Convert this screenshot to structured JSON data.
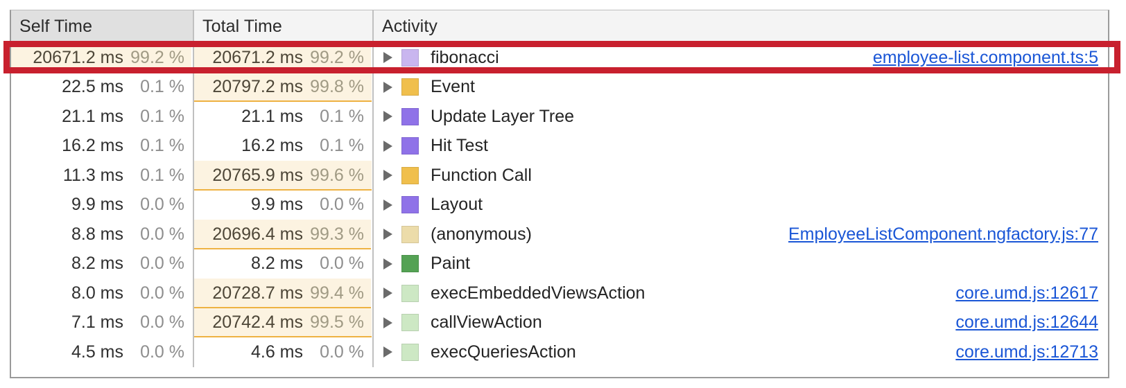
{
  "panel": {
    "name": "devtools-performance-bottom-up",
    "accent_link_color": "#1a56d6",
    "highlight_bar_color": "#fcf3e1",
    "highlight_bar_border_color": "#eeb242",
    "annotation_color": "#c8202e"
  },
  "table": {
    "columns": [
      {
        "key": "self_time",
        "label": "Self Time",
        "sorted": true
      },
      {
        "key": "total_time",
        "label": "Total Time",
        "sorted": false
      },
      {
        "key": "activity",
        "label": "Activity",
        "sorted": false
      }
    ],
    "rows": [
      {
        "self_ms": "20671.2 ms",
        "self_pct": "99.2 %",
        "self_bar": 99.2,
        "total_ms": "20671.2 ms",
        "total_pct": "99.2 %",
        "total_bar": 99.2,
        "activity": "fibonacci",
        "swatch": "#c9b6ef",
        "link": "employee-list.component.ts:5",
        "annotated": true
      },
      {
        "self_ms": "22.5 ms",
        "self_pct": "0.1 %",
        "self_bar": 0,
        "total_ms": "20797.2 ms",
        "total_pct": "99.8 %",
        "total_bar": 99.8,
        "activity": "Event",
        "swatch": "#f0bf4c",
        "link": "",
        "annotated": false
      },
      {
        "self_ms": "21.1 ms",
        "self_pct": "0.1 %",
        "self_bar": 0,
        "total_ms": "21.1 ms",
        "total_pct": "0.1 %",
        "total_bar": 0,
        "activity": "Update Layer Tree",
        "swatch": "#8f72e8",
        "link": "",
        "annotated": false
      },
      {
        "self_ms": "16.2 ms",
        "self_pct": "0.1 %",
        "self_bar": 0,
        "total_ms": "16.2 ms",
        "total_pct": "0.1 %",
        "total_bar": 0,
        "activity": "Hit Test",
        "swatch": "#8f72e8",
        "link": "",
        "annotated": false
      },
      {
        "self_ms": "11.3 ms",
        "self_pct": "0.1 %",
        "self_bar": 0,
        "total_ms": "20765.9 ms",
        "total_pct": "99.6 %",
        "total_bar": 99.6,
        "activity": "Function Call",
        "swatch": "#f0bf4c",
        "link": "",
        "annotated": false
      },
      {
        "self_ms": "9.9 ms",
        "self_pct": "0.0 %",
        "self_bar": 0,
        "total_ms": "9.9 ms",
        "total_pct": "0.0 %",
        "total_bar": 0,
        "activity": "Layout",
        "swatch": "#8f72e8",
        "link": "",
        "annotated": false
      },
      {
        "self_ms": "8.8 ms",
        "self_pct": "0.0 %",
        "self_bar": 0,
        "total_ms": "20696.4 ms",
        "total_pct": "99.3 %",
        "total_bar": 99.3,
        "activity": "(anonymous)",
        "swatch": "#ecdcaa",
        "link": "EmployeeListComponent.ngfactory.js:77",
        "annotated": false
      },
      {
        "self_ms": "8.2 ms",
        "self_pct": "0.0 %",
        "self_bar": 0,
        "total_ms": "8.2 ms",
        "total_pct": "0.0 %",
        "total_bar": 0,
        "activity": "Paint",
        "swatch": "#54a254",
        "link": "",
        "annotated": false
      },
      {
        "self_ms": "8.0 ms",
        "self_pct": "0.0 %",
        "self_bar": 0,
        "total_ms": "20728.7 ms",
        "total_pct": "99.4 %",
        "total_bar": 99.4,
        "activity": "execEmbeddedViewsAction",
        "swatch": "#cde8c4",
        "link": "core.umd.js:12617",
        "annotated": false
      },
      {
        "self_ms": "7.1 ms",
        "self_pct": "0.0 %",
        "self_bar": 0,
        "total_ms": "20742.4 ms",
        "total_pct": "99.5 %",
        "total_bar": 99.5,
        "activity": "callViewAction",
        "swatch": "#cde8c4",
        "link": "core.umd.js:12644",
        "annotated": false
      },
      {
        "self_ms": "4.5 ms",
        "self_pct": "0.0 %",
        "self_bar": 0,
        "total_ms": "4.6 ms",
        "total_pct": "0.0 %",
        "total_bar": 0,
        "activity": "execQueriesAction",
        "swatch": "#cde8c4",
        "link": "core.umd.js:12713",
        "annotated": false
      }
    ]
  }
}
